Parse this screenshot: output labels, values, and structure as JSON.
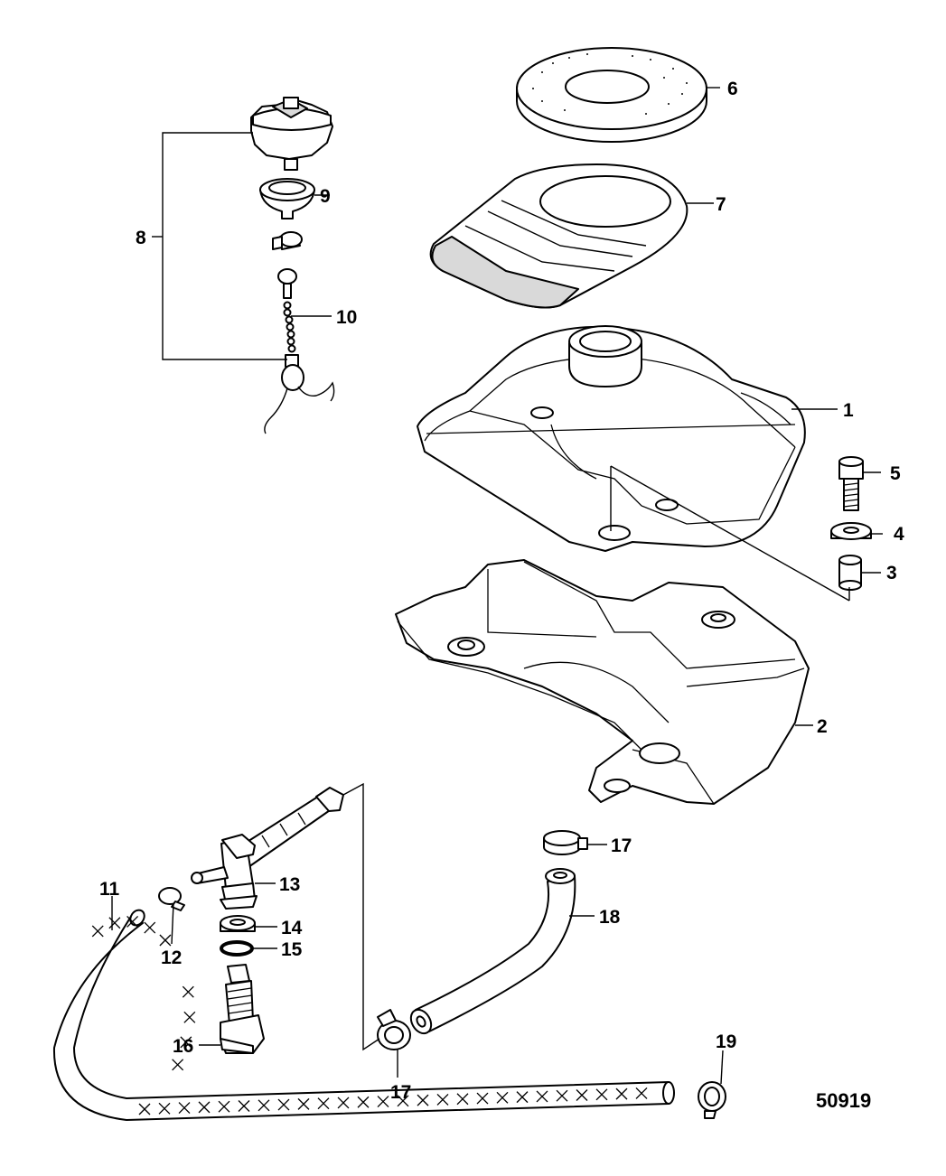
{
  "figure_number": "50919",
  "callouts": [
    {
      "part": "1",
      "label": "1"
    },
    {
      "part": "2",
      "label": "2"
    },
    {
      "part": "3",
      "label": "3"
    },
    {
      "part": "4",
      "label": "4"
    },
    {
      "part": "5",
      "label": "5"
    },
    {
      "part": "6",
      "label": "6"
    },
    {
      "part": "7",
      "label": "7"
    },
    {
      "part": "8",
      "label": "8"
    },
    {
      "part": "9",
      "label": "9"
    },
    {
      "part": "10",
      "label": "10"
    },
    {
      "part": "11",
      "label": "11"
    },
    {
      "part": "12",
      "label": "12"
    },
    {
      "part": "13",
      "label": "13"
    },
    {
      "part": "14",
      "label": "14"
    },
    {
      "part": "15",
      "label": "15"
    },
    {
      "part": "16",
      "label": "16"
    },
    {
      "part": "17-upper",
      "label": "17"
    },
    {
      "part": "17-lower",
      "label": "17"
    },
    {
      "part": "18",
      "label": "18"
    },
    {
      "part": "19",
      "label": "19"
    }
  ]
}
